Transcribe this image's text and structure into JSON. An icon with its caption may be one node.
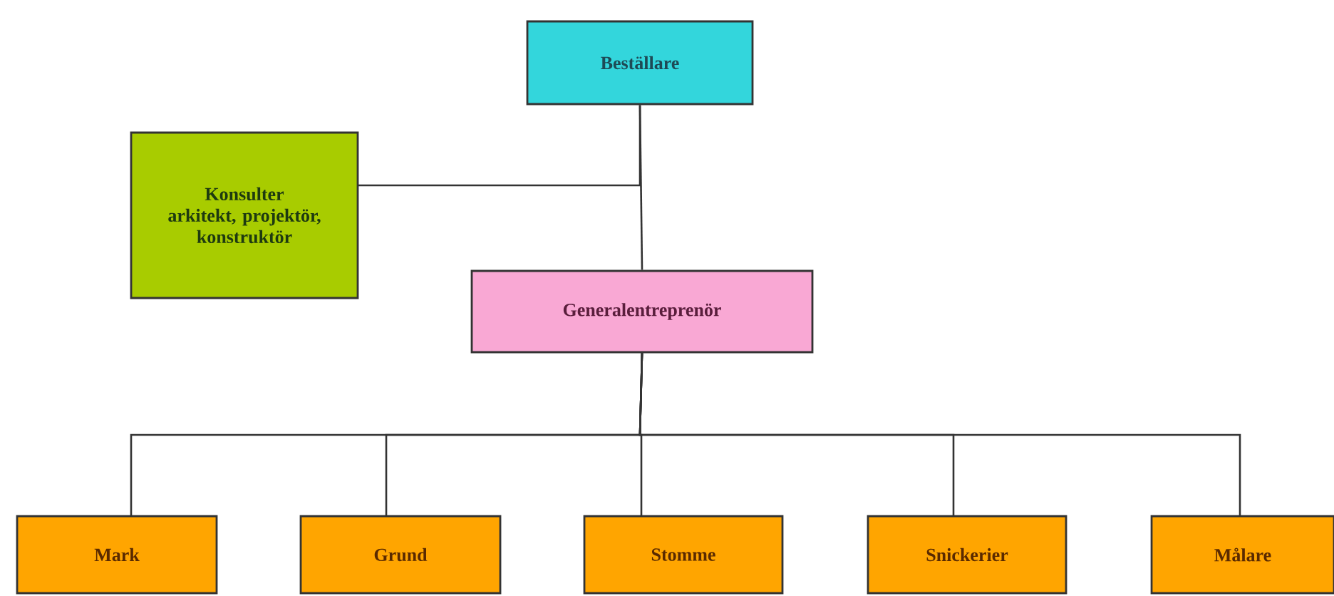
{
  "diagram": {
    "nodes": [
      {
        "text": [
          "Beställare"
        ]
      },
      {
        "text": [
          "Konsulter",
          "arkitekt, projektör, konstruktör"
        ]
      },
      {
        "text": [
          "Generalentreprenör"
        ]
      },
      {
        "text": [
          "Mark"
        ]
      },
      {
        "text": [
          "Grund"
        ]
      },
      {
        "text": [
          "Stomme"
        ]
      },
      {
        "text": [
          "Snickerier"
        ]
      },
      {
        "text": [
          "Målare"
        ]
      }
    ],
    "edges": [
      {
        "from": 0,
        "to": 2,
        "arrow": "none"
      },
      {
        "from": 0,
        "to": 1,
        "arrow": "none"
      },
      {
        "from": 2,
        "to": 3,
        "arrow": "none"
      },
      {
        "from": 2,
        "to": 4,
        "arrow": "none"
      },
      {
        "from": 2,
        "to": 5,
        "arrow": "none"
      },
      {
        "from": 2,
        "to": 6,
        "arrow": "none"
      },
      {
        "from": 2,
        "to": 7,
        "arrow": "none"
      }
    ]
  }
}
